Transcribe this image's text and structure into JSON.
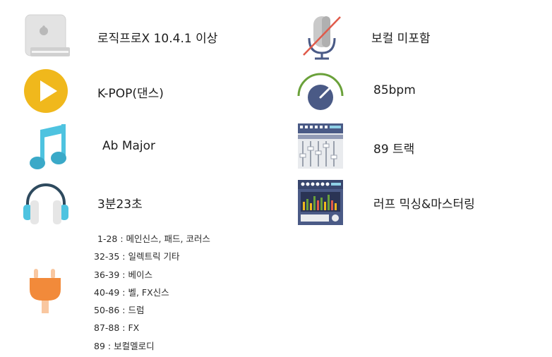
{
  "specs": {
    "daw": "로직프로X 10.4.1 이상",
    "vocal": "보컬 미포함",
    "genre": "K-POP(댄스)",
    "tempo": "85bpm",
    "key": "Ab Major",
    "tracks": "89 트랙",
    "length": "3분23초",
    "mix": "러프 믹싱&마스터링"
  },
  "track_list": [
    "1-28 : 메인신스, 패드, 코러스",
    "32-35 : 일렉트릭 기타",
    "36-39 : 베이스",
    "40-49 : 벨, FX신스",
    "50-86 : 드럼",
    "87-88 : FX",
    "89 : 보컬멜로디"
  ],
  "icons": {
    "daw": "mac-mini-icon",
    "vocal": "crossed-microphone-icon",
    "genre": "play-button-icon",
    "tempo": "tempo-dial-icon",
    "key": "music-note-icon",
    "tracks": "mixer-faders-icon",
    "length": "headphones-icon",
    "mix": "mastering-rack-icon",
    "tracklist": "power-plug-icon"
  },
  "colors": {
    "play_yellow": "#F0B81C",
    "note_blue": "#4EC3E0",
    "plug_orange": "#F28A3A",
    "dial_navy": "#4A5A86",
    "dial_green": "#6AA13A",
    "mic_strike_red": "#E05A4A"
  }
}
